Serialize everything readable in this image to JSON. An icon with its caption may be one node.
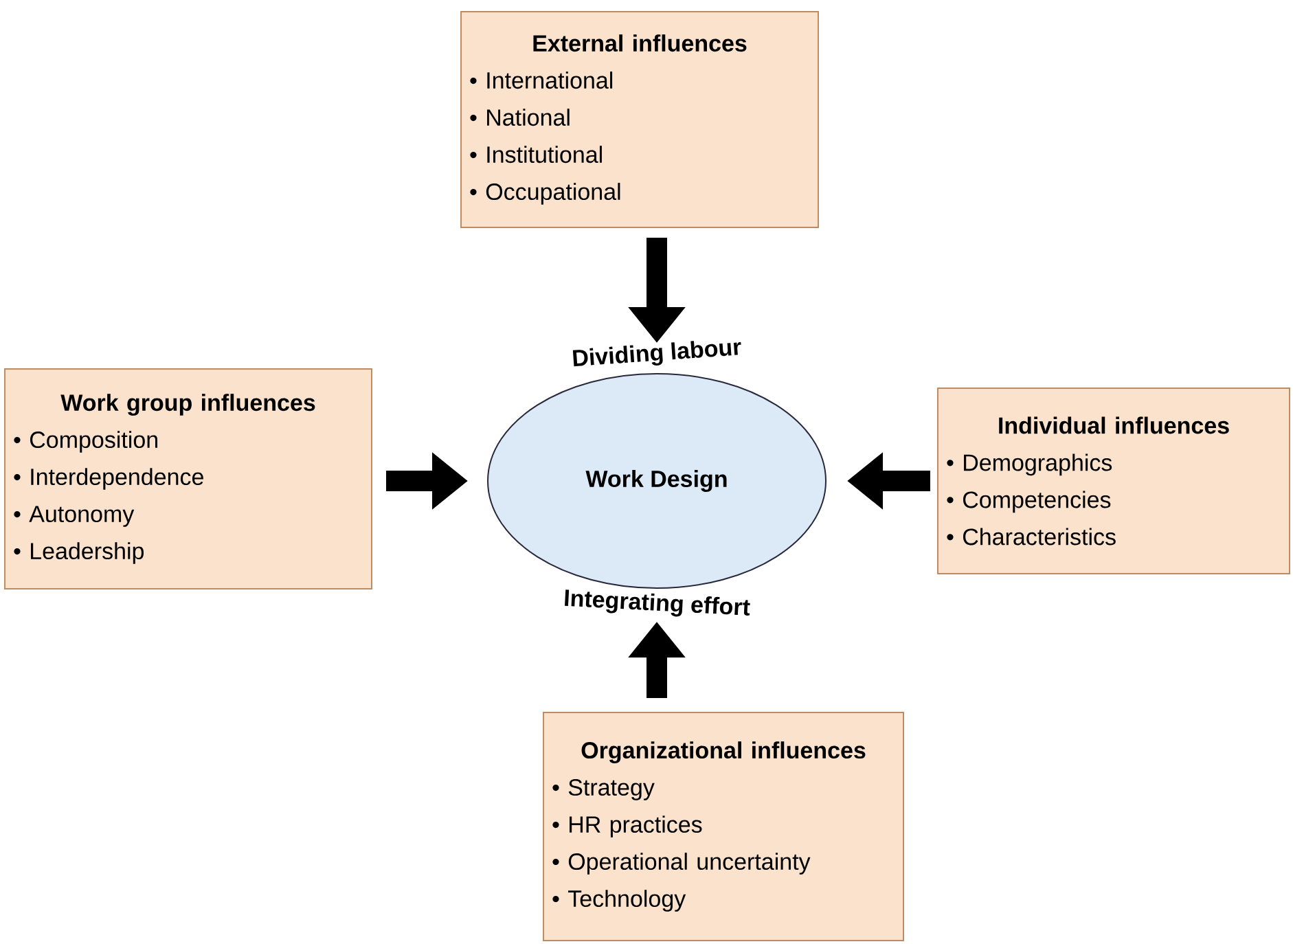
{
  "diagram": {
    "nodes": [
      {
        "text": [
          "External influences",
          "• International",
          "• National",
          "• Institutional",
          "• Occupational"
        ]
      },
      {
        "text": [
          "Work group influences",
          "• Composition",
          "• Interdependence",
          "• Autonomy",
          "• Leadership"
        ]
      },
      {
        "text": [
          "Work Design"
        ],
        "beside": [
          "Dividing labour",
          "Integrating effort"
        ]
      },
      {
        "text": [
          "Individual influences",
          "• Demographics",
          "• Competencies",
          "• Characteristics"
        ]
      },
      {
        "text": [
          "Organizational influences",
          "• Strategy",
          "• HR practices",
          "• Operational uncertainty",
          "• Technology"
        ]
      }
    ],
    "edges": [
      {
        "from": 0,
        "to": 2,
        "arrow": "to"
      },
      {
        "from": 1,
        "to": 2,
        "arrow": "to"
      },
      {
        "from": 3,
        "to": 2,
        "arrow": "to"
      },
      {
        "from": 4,
        "to": 2,
        "arrow": "to"
      }
    ]
  }
}
